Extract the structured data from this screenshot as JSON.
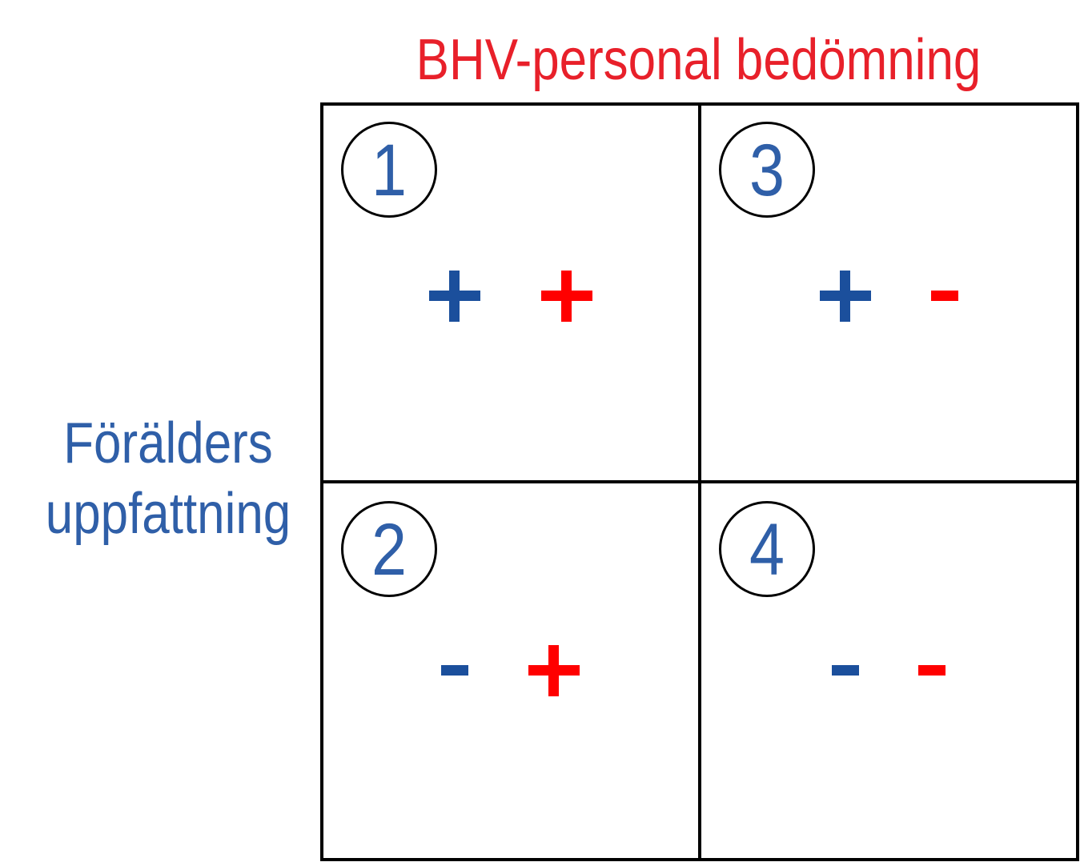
{
  "title": "BHV-personal bedömning",
  "side_label": {
    "line1": "Förälders",
    "line2": "uppfattning"
  },
  "colors": {
    "title": "#e8202a",
    "label_blue": "#2f5fa8",
    "sign_blue": "#1b4f9c",
    "sign_red": "#ff0000",
    "line": "#000000"
  },
  "cells": [
    {
      "number": "1",
      "parent_sign": "+",
      "staff_sign": "+"
    },
    {
      "number": "2",
      "parent_sign": "-",
      "staff_sign": "+"
    },
    {
      "number": "3",
      "parent_sign": "+",
      "staff_sign": "-"
    },
    {
      "number": "4",
      "parent_sign": "-",
      "staff_sign": "-"
    }
  ]
}
